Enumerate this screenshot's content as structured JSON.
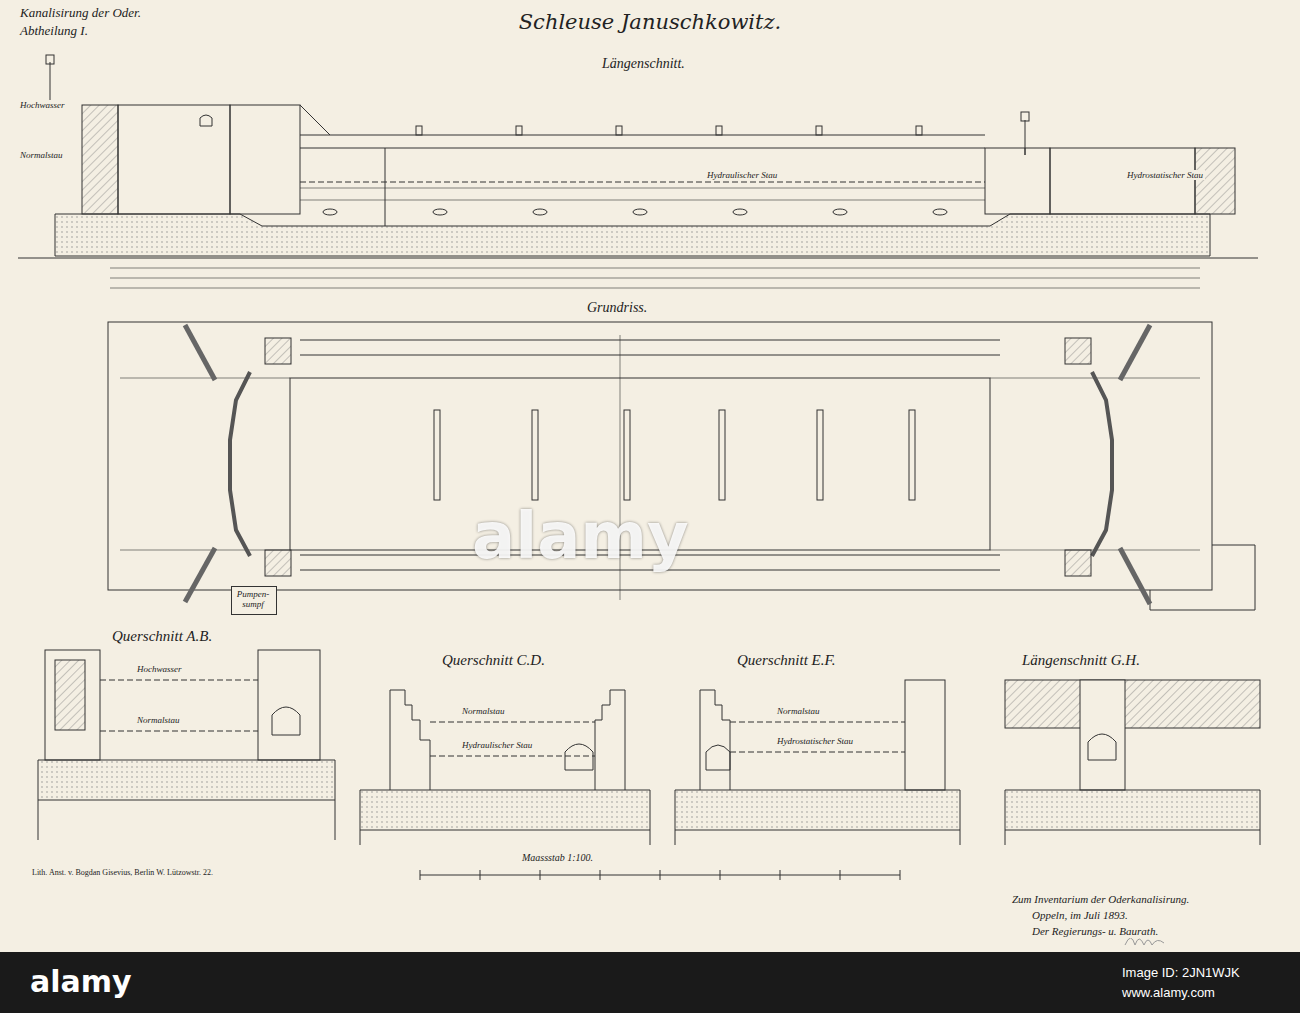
{
  "diagram": {
    "title": "Schleuse Januschkowitz.",
    "nodes": [
      {
        "text": [
          "Pumpen- sumpf"
        ]
      }
    ],
    "labels": [
      "Kanalisirung der Oder.",
      "Abtheilung I.",
      "Längenschnitt.",
      "Hochwasser",
      "Normalstau",
      "Hydraulischer Stau",
      "Hydrostatischer Stau",
      "Grundriss.",
      "Querschnitt A.B.",
      "Hochwasser",
      "Normalstau",
      "Querschnitt C.D.",
      "Normalstau",
      "Hydraulischer Stau",
      "Querschnitt E.F.",
      "Normalstau",
      "Hydrostatischer Stau",
      "Längenschnitt G.H.",
      "Maassstab 1:100.",
      "Lith. Anst. v. Bogdan Gisevius, Berlin W. Lützowstr. 22.",
      "Zum Inventarium der Oderkanalisirung.",
      "Oppeln, im Juli 1893.",
      "Der Regierungs- u. Baurath.",
      "alamy",
      "alamy",
      "Image ID: 2JN1WJK",
      "www.alamy.com"
    ]
  }
}
